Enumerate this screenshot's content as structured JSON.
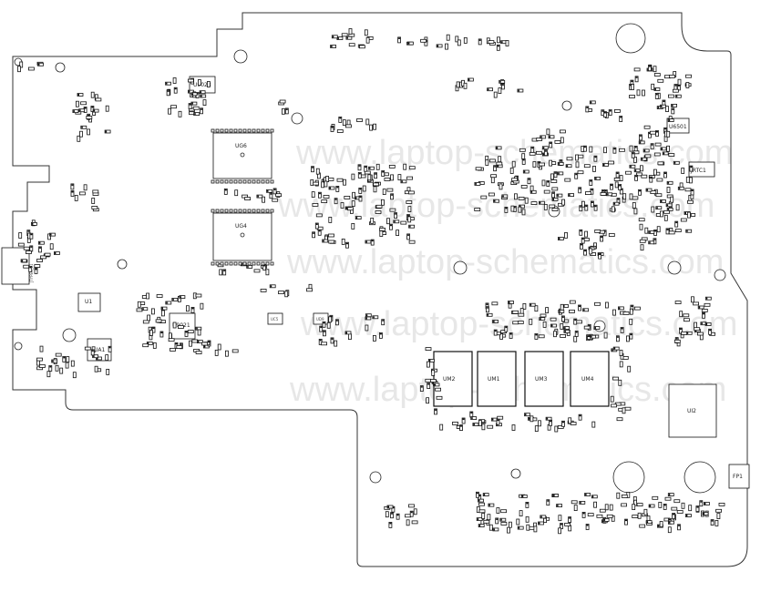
{
  "board": {
    "watermark_lines": [
      "www.laptop-schematics.com",
      "www.laptop-schematics.com",
      "www.laptop-schematics.com",
      "www.laptop-schematics.com",
      "www.laptop-schematics.com"
    ],
    "chips": {
      "ug6": "UG6",
      "ug4": "UG4",
      "u9023": "U9023",
      "u1": "U1",
      "ua1": "UA1",
      "u9021": "U9021",
      "um2": "UM2",
      "um1": "UM1",
      "um3": "UM3",
      "um4": "UM4",
      "ui2": "UI2",
      "u6501": "U6501",
      "jrtc": "JRTC1",
      "fp1": "FP1",
      "uc5": "UC5",
      "ud9": "UD9"
    },
    "connector_label": "JTYPEC_L1"
  }
}
